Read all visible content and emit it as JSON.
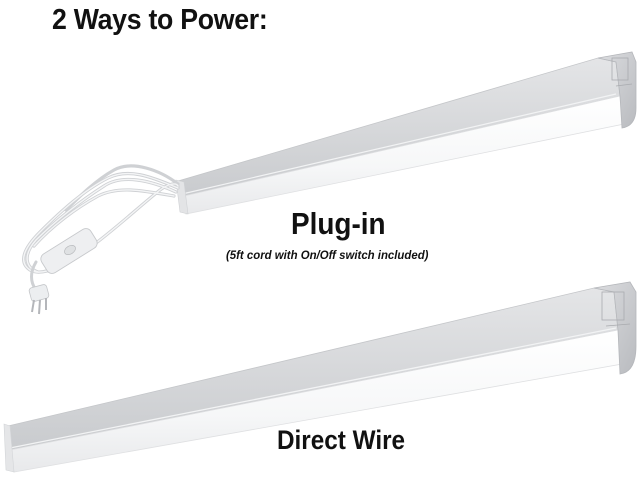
{
  "headline": "2 Ways to Power:",
  "options": [
    {
      "id": "plug-in",
      "title": "Plug-in",
      "subtitle": "(5ft cord with On/Off switch included)",
      "product": "LED strip light fixture with plug-in cord",
      "accessory": "white power cord with inline on/off switch and 3-prong plug"
    },
    {
      "id": "direct-wire",
      "title": "Direct Wire",
      "subtitle": "",
      "product": "LED strip light fixture (hardwired)"
    }
  ],
  "colors": {
    "text": "#111111",
    "background": "#ffffff",
    "housing_top": "#d6d7d9",
    "housing_side": "#c3c5c8",
    "diffuser": "#f7f8f9",
    "end_cap": "#cfd1d4",
    "cord": "#e9eaec"
  }
}
